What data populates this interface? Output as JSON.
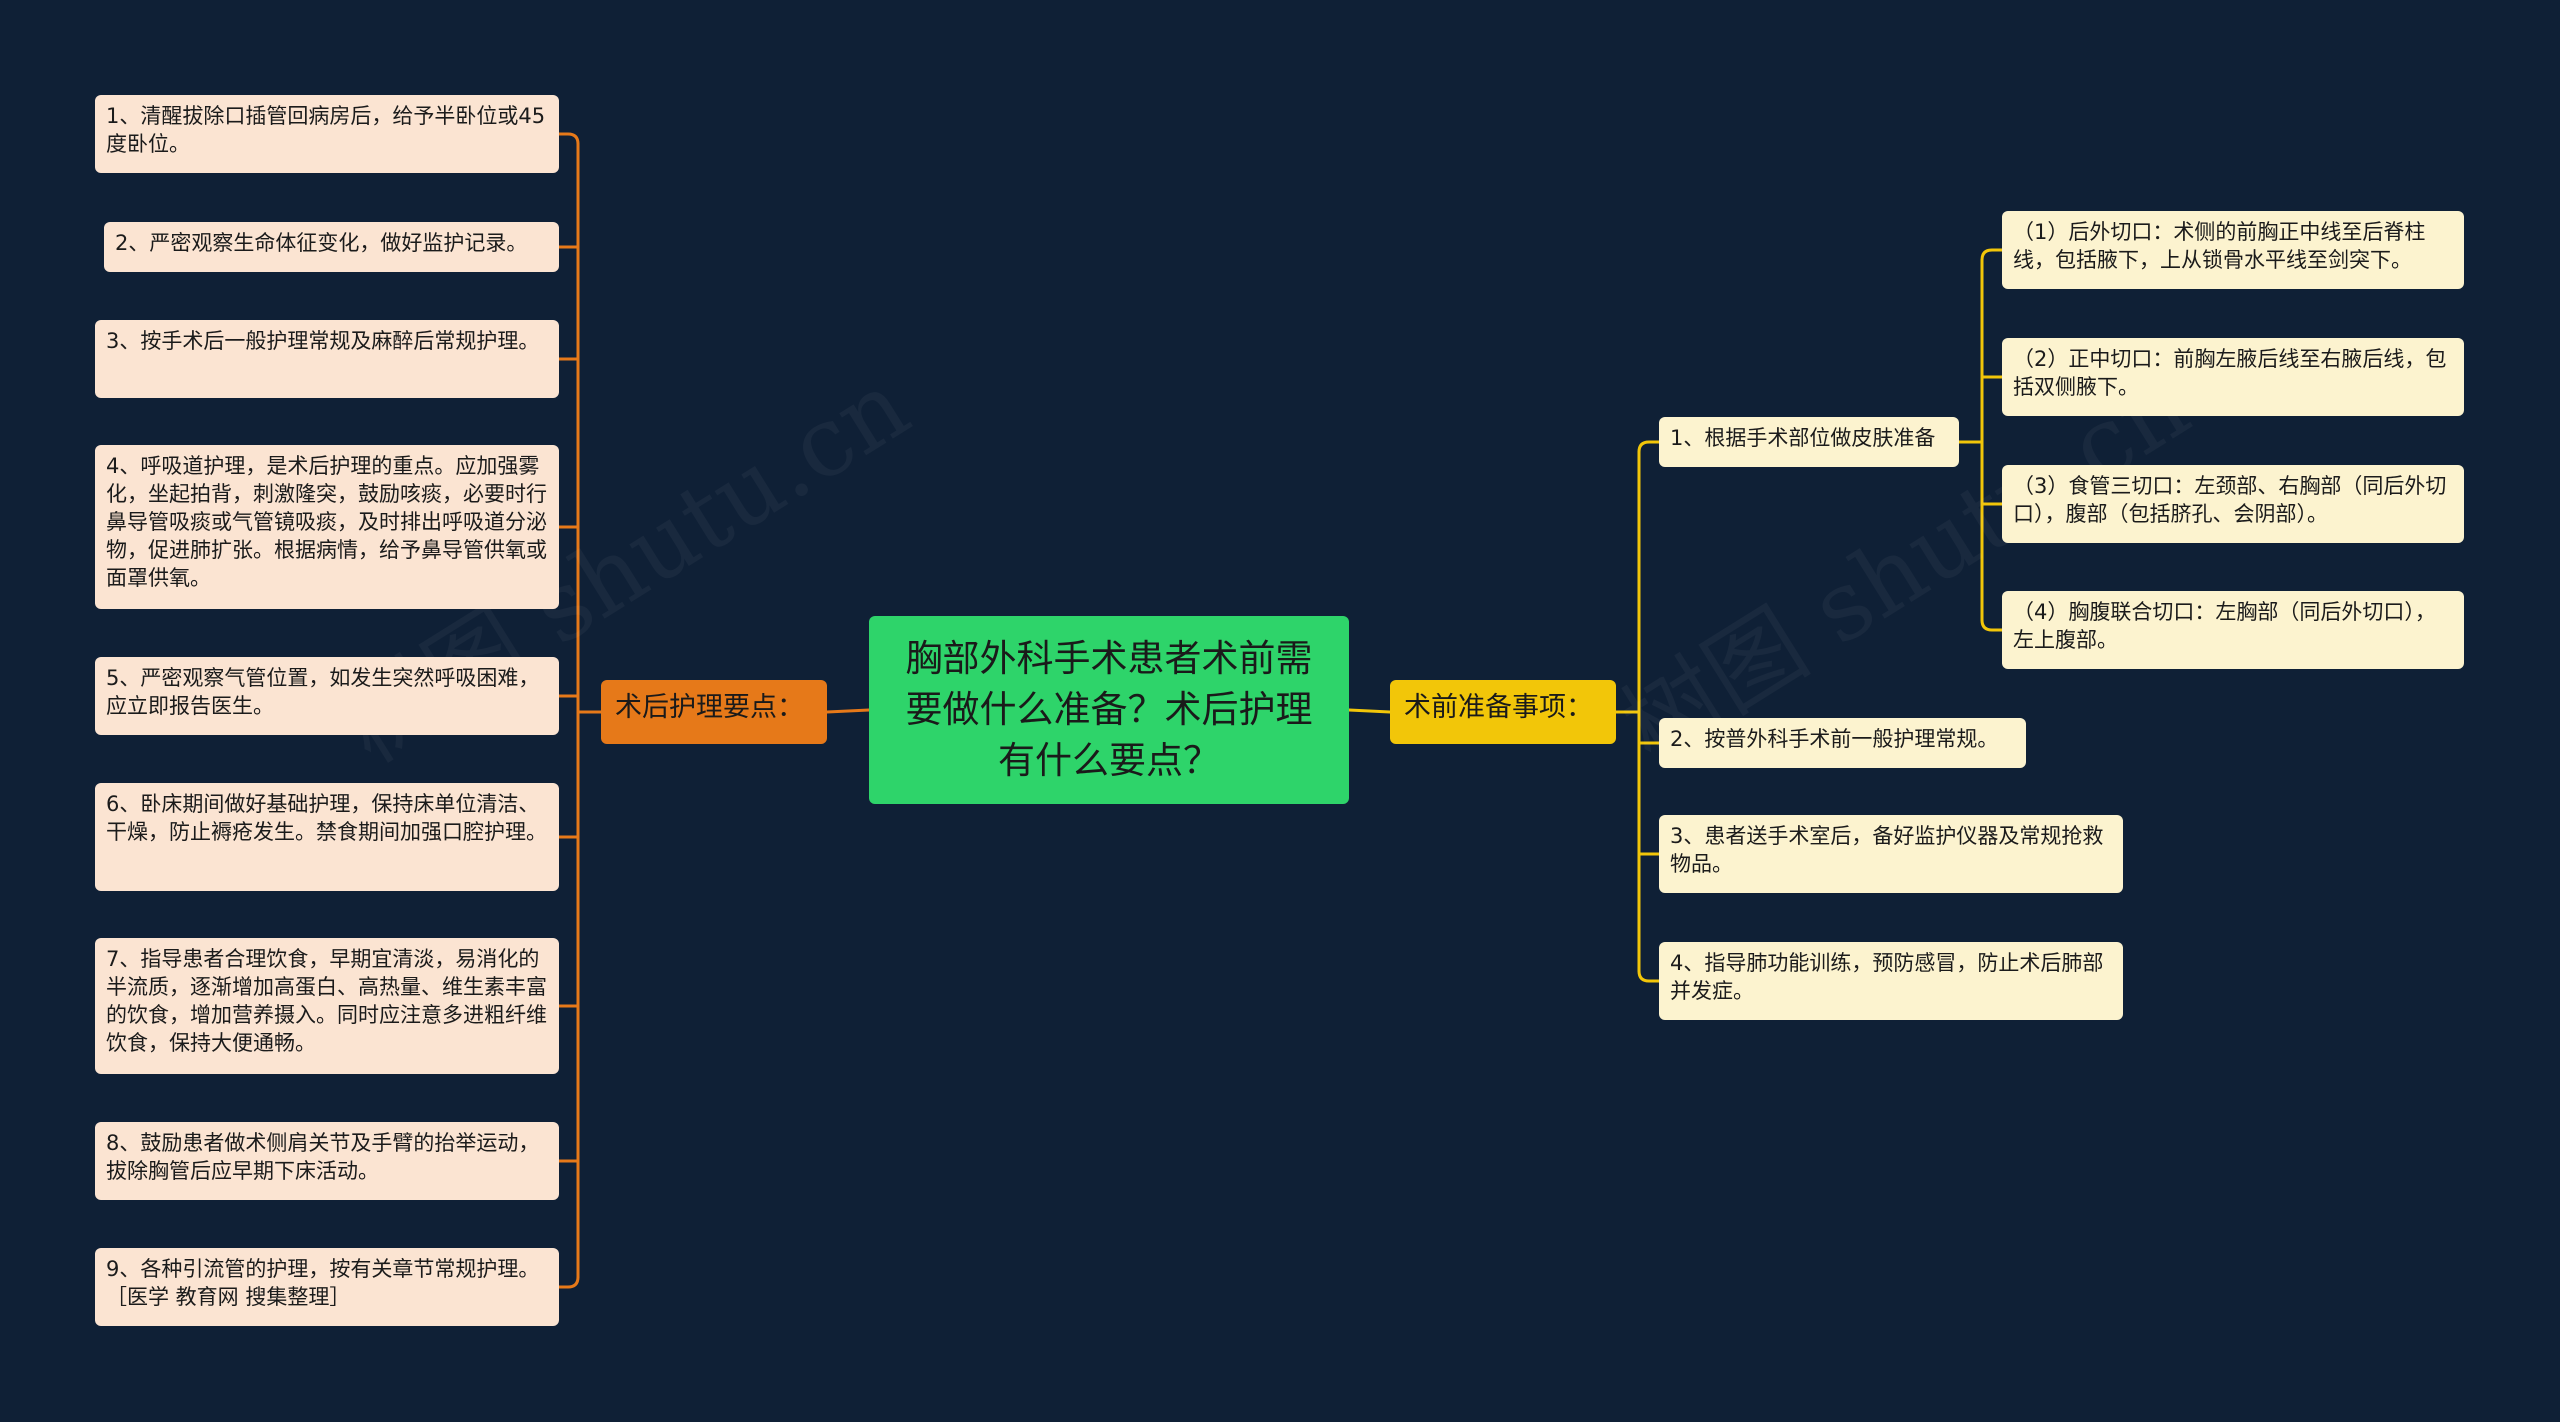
{
  "colors": {
    "background": "#0f2036",
    "root": "#2ed46a",
    "left_branch": "#e67919",
    "right_branch": "#f2c609",
    "left_leaf": "#fbe4d2",
    "right_leaf": "#fcf3cf",
    "left_link": "#e67919",
    "right_link": "#f2c609"
  },
  "root": {
    "text": "胸部外科手术患者术前需要做什么准备？术后护理有什么要点？"
  },
  "left_branch": {
    "label": "术后护理要点：",
    "items": [
      "1、清醒拔除口插管回病房后，给予半卧位或45度卧位。",
      "2、严密观察生命体征变化，做好监护记录。",
      "3、按手术后一般护理常规及麻醉后常规护理。",
      "4、呼吸道护理，是术后护理的重点。应加强雾化，坐起拍背，刺激隆突，鼓励咳痰，必要时行鼻导管吸痰或气管镜吸痰，及时排出呼吸道分泌物，促进肺扩张。根据病情，给予鼻导管供氧或面罩供氧。",
      "5、严密观察气管位置，如发生突然呼吸困难，应立即报告医生。",
      "6、卧床期间做好基础护理，保持床单位清洁、干燥，防止褥疮发生。禁食期间加强口腔护理。",
      "7、指导患者合理饮食，早期宜清淡，易消化的半流质，逐渐增加高蛋白、高热量、维生素丰富的饮食，增加营养摄入。同时应注意多进粗纤维饮食，保持大便通畅。",
      "8、鼓励患者做术侧肩关节及手臂的抬举运动，拔除胸管后应早期下床活动。",
      "9、各种引流管的护理，按有关章节常规护理。［医学 教育网 搜集整理］"
    ]
  },
  "right_branch": {
    "label": "术前准备事项：",
    "items": [
      {
        "text": "1、根据手术部位做皮肤准备",
        "children": [
          "（1）后外切口：术侧的前胸正中线至后脊柱线，包括腋下，上从锁骨水平线至剑突下。",
          "（2）正中切口：前胸左腋后线至右腋后线，包括双侧腋下。",
          "（3）食管三切口：左颈部、右胸部（同后外切口），腹部（包括脐孔、会阴部）。",
          "（4）胸腹联合切口：左胸部（同后外切口），左上腹部。"
        ]
      },
      {
        "text": "2、按普外科手术前一般护理常规。",
        "children": []
      },
      {
        "text": "3、患者送手术室后，备好监护仪器及常规抢救物品。",
        "children": []
      },
      {
        "text": "4、指导肺功能训练，预防感冒，防止术后肺部并发症。",
        "children": []
      }
    ]
  },
  "watermark": "树图 shutu.cn"
}
